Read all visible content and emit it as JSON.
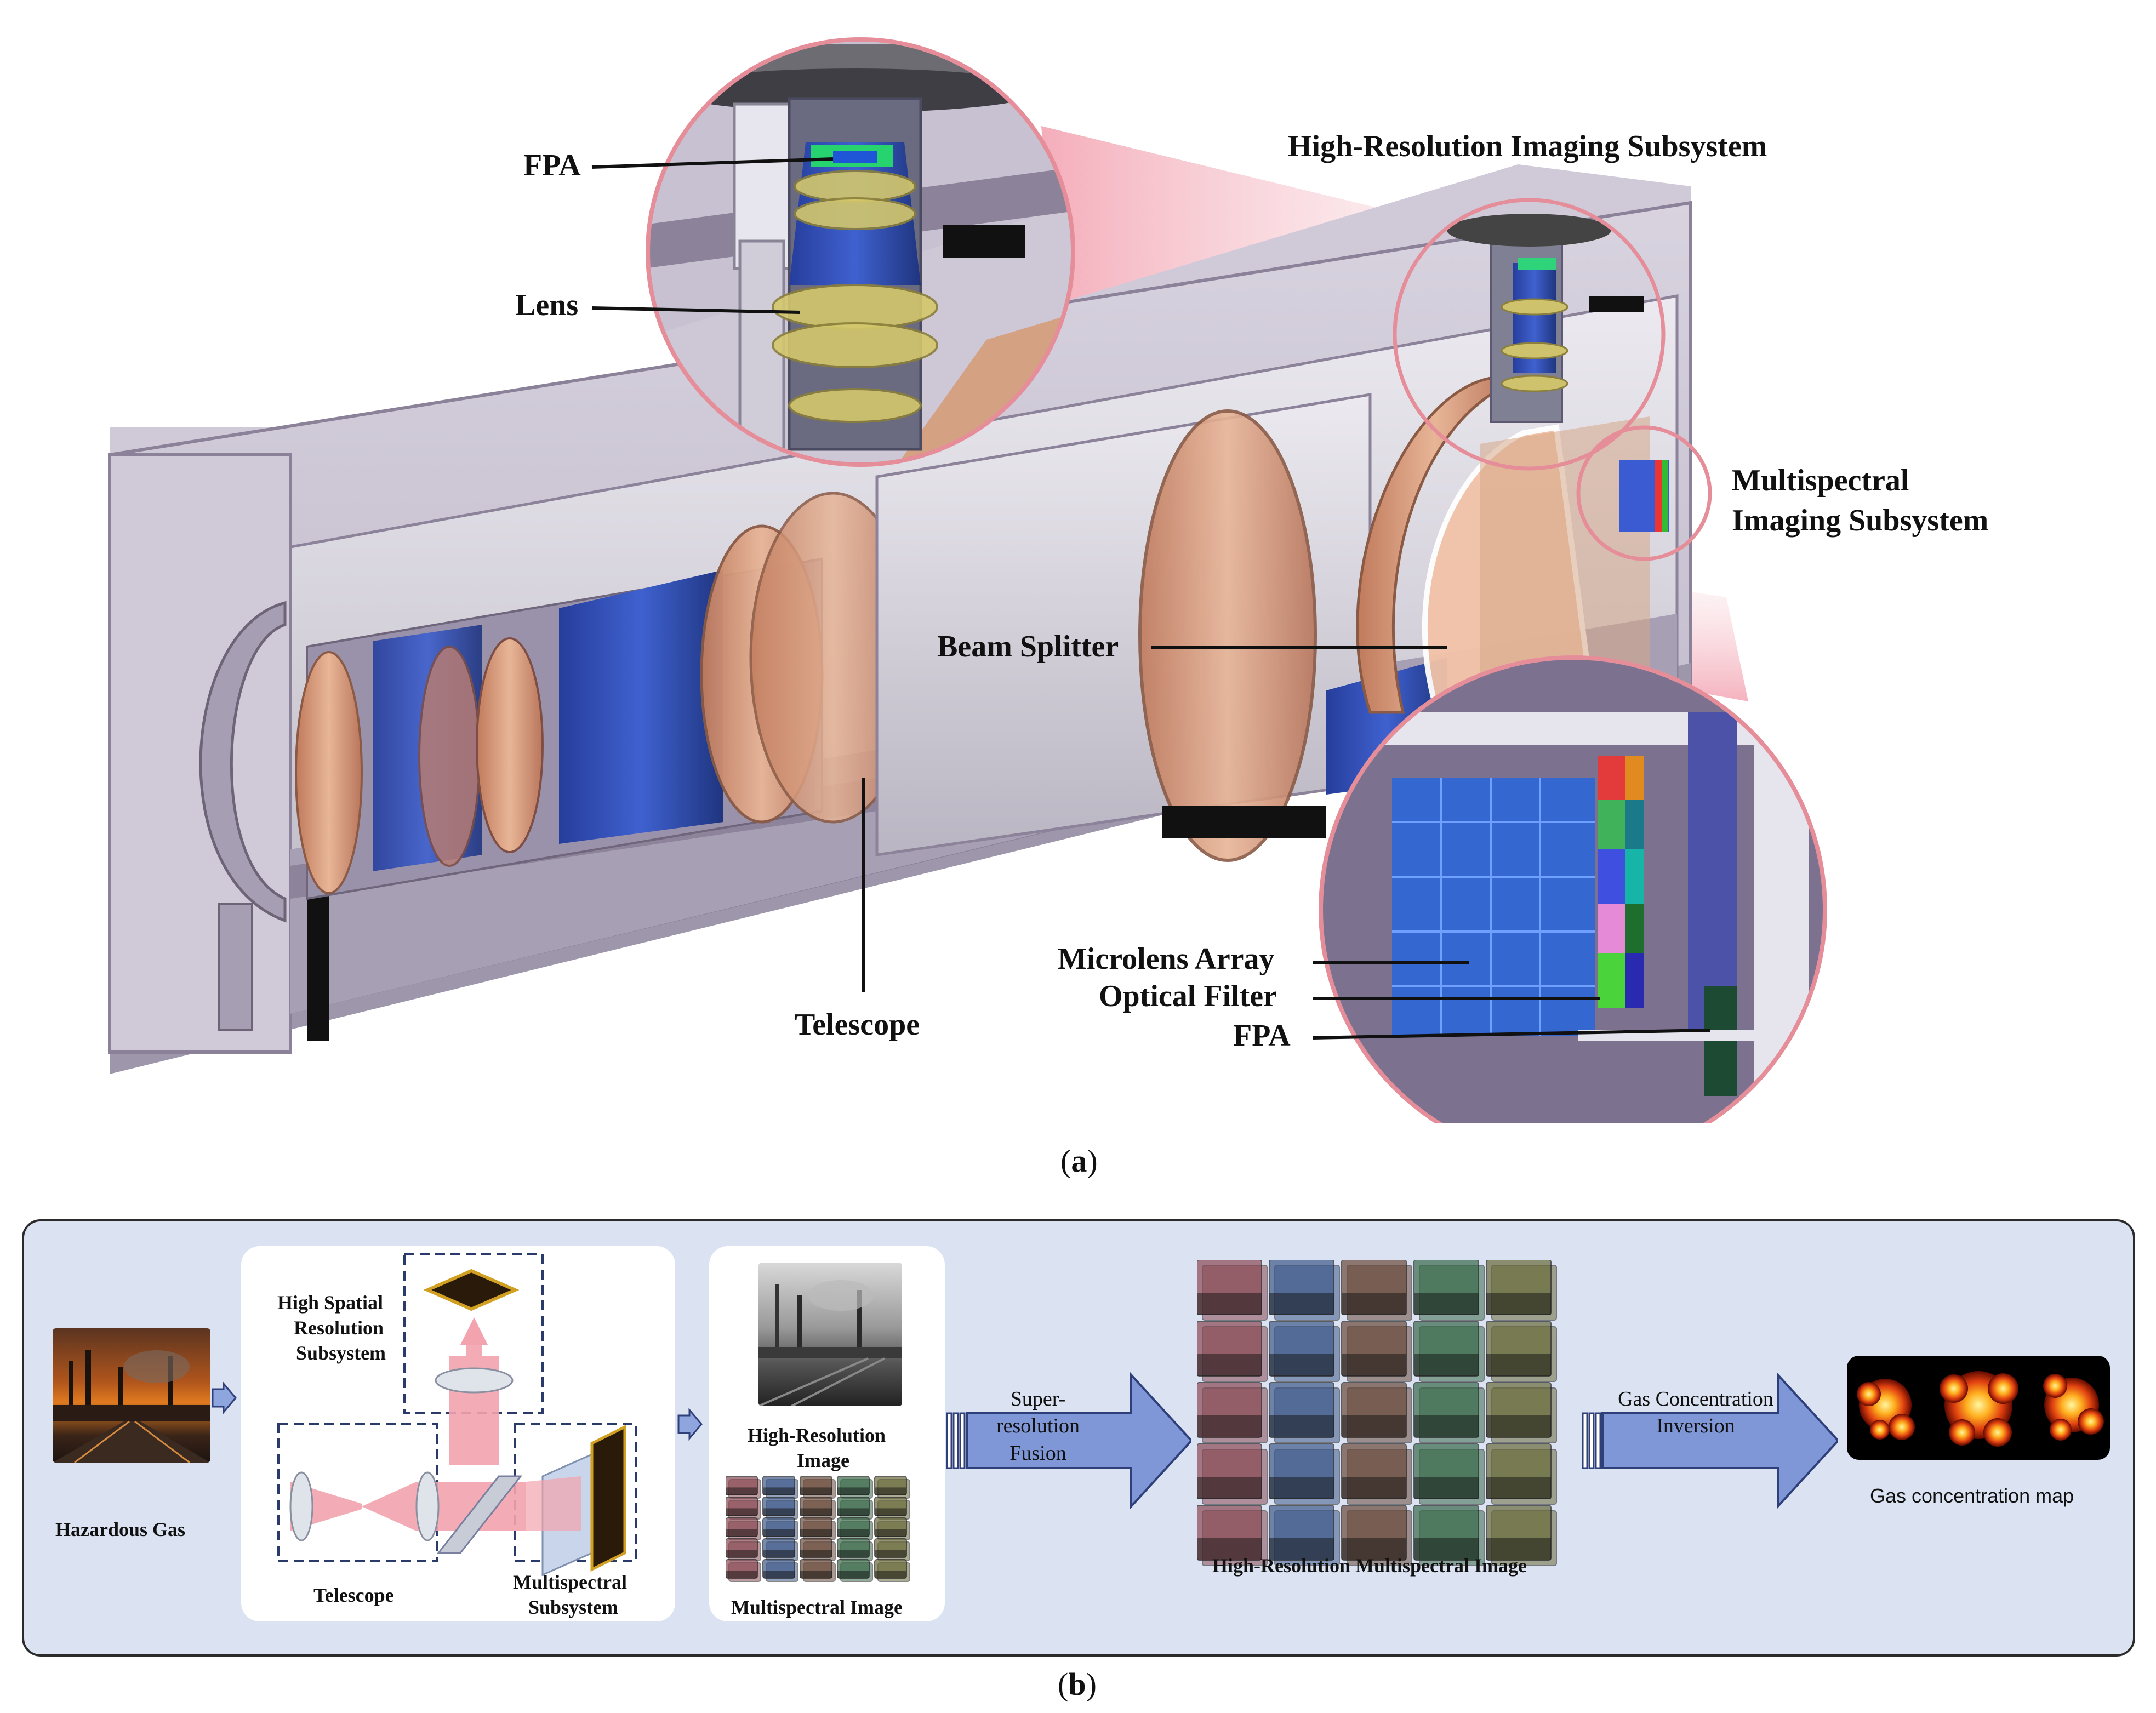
{
  "panel_a": {
    "labels": {
      "high_res_subsystem": "High-Resolution Imaging Subsystem",
      "fpa_top": "FPA",
      "lens": "Lens",
      "multispectral_line1": "Multispectral",
      "multispectral_line2": "Imaging Subsystem",
      "beam_splitter": "Beam Splitter",
      "telescope": "Telescope",
      "microlens_array": "Microlens Array",
      "optical_filter": "Optical Filter",
      "fpa_bottom": "FPA"
    },
    "caption": "a"
  },
  "panel_b": {
    "hazardous_gas": "Hazardous Gas",
    "high_spatial_line1": "High Spatial",
    "high_spatial_line2": "Resolution",
    "high_spatial_line3": "Subsystem",
    "telescope": "Telescope",
    "multispectral_line1": "Multispectral",
    "multispectral_line2": "Subsystem",
    "high_res_image_line1": "High-Resolution",
    "high_res_image_line2": "Image",
    "multispectral_image": "Multispectral Image",
    "super_res_line1": "Super-resolution",
    "super_res_line2": "Fusion",
    "hr_ms_image": "High-Resolution Multispectral Image",
    "gas_inv_line1": "Gas Concentration",
    "gas_inv_line2": "Inversion",
    "gas_map": "Gas concentration map",
    "caption": "b"
  },
  "colors": {
    "panel_bg": "#dbe3f3",
    "housing": "#8a7d96",
    "housing_light": "#c9c3d3",
    "lens_blue": "#2f4fb8",
    "lens_orange": "#d89a78",
    "beam_pink": "#f0a6b2",
    "arrow_blue": "#7f97d6"
  }
}
